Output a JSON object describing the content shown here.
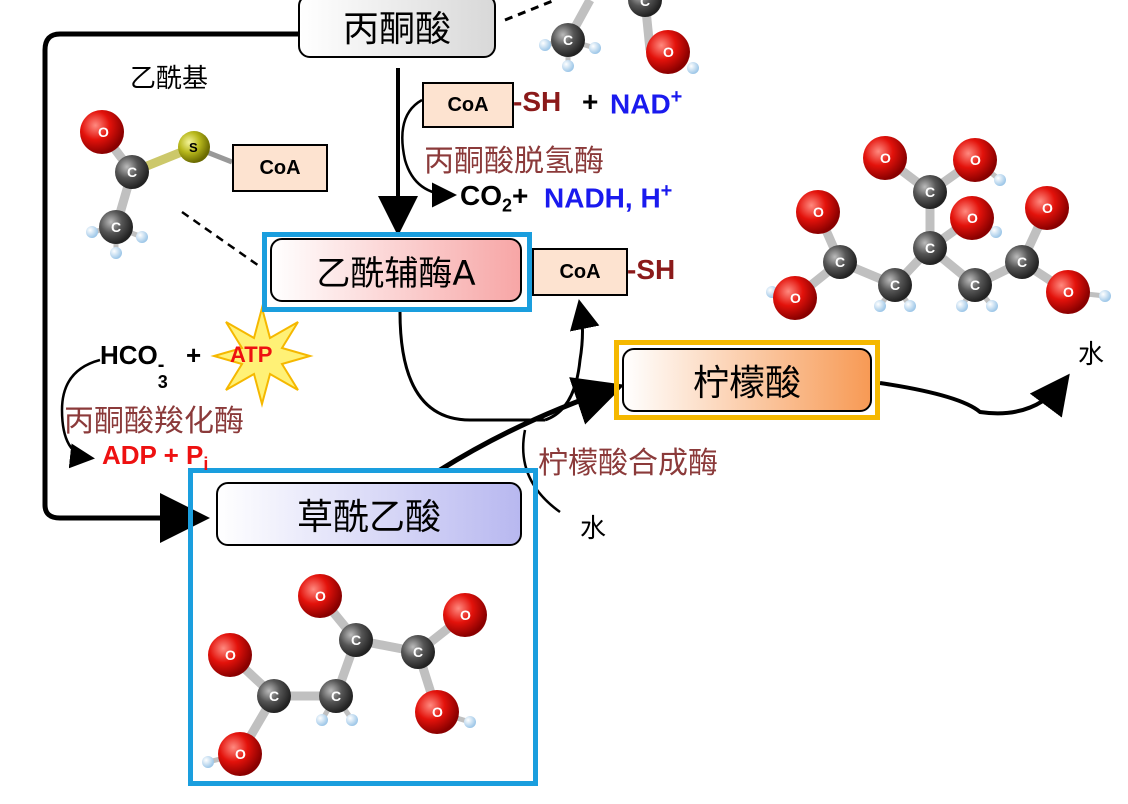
{
  "compounds": {
    "pyruvate": "丙酮酸",
    "acetyl_coa": "乙酰辅酶A",
    "oxaloacetate": "草酰乙酸",
    "citrate": "柠檬酸"
  },
  "labels": {
    "acetyl_group": "乙酰基",
    "coa": "CoA",
    "sh": "-SH",
    "water": "水"
  },
  "enzymes": {
    "pdh": "丙酮酸脱氢酶",
    "pyruvate_carboxylase": "丙酮酸羧化酶",
    "citrate_synthase": "柠檬酸合成酶"
  },
  "reactions": {
    "nad": "NAD",
    "nad_sup": "+",
    "plus": "+",
    "co2": "CO",
    "co2_sub": "2",
    "nadh": "NADH, H",
    "nadh_sup": "+",
    "hco3": "HCO",
    "hco3_sub": "3",
    "hco3_sup": "-",
    "atp": "ATP",
    "adp": "ADP + P",
    "adp_sub": "i"
  },
  "atoms": {
    "o": "O",
    "c": "C",
    "s": "S"
  },
  "colors": {
    "highlight_blue": "#1a9ede",
    "highlight_yellow": "#f5b800",
    "enzyme_text": "#8b3a3a",
    "sh_text": "#8b1a1a",
    "nad_blue": "#1a1aee",
    "atp_red": "#ee1111",
    "oxygen": "#e3120b",
    "carbon": "#555555",
    "sulfur": "#b8b81c"
  }
}
